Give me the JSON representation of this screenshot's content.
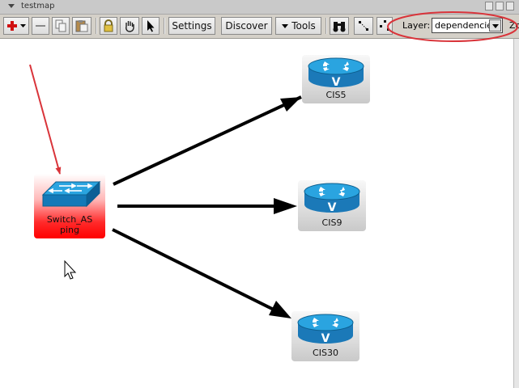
{
  "window": {
    "title": "testmap"
  },
  "toolbar": {
    "settings_label": "Settings",
    "discover_label": "Discover",
    "tools_label": "Tools",
    "layer_label": "Layer:",
    "layer_value": "dependencies",
    "zoom_label": "Zo"
  },
  "icons": {
    "add": "plus-dropdown-icon",
    "remove": "minus-icon",
    "copy": "copy-icon",
    "paste": "paste-icon",
    "lock": "lock-icon",
    "hand": "hand-pan-icon",
    "pointer": "select-pointer-icon",
    "find": "binoculars-icon",
    "link": "link-tool-icon",
    "layout": "layout-tool-icon"
  },
  "map": {
    "nodes": [
      {
        "id": "switch",
        "line1": "Switch_AS",
        "line2": "ping",
        "type": "switch",
        "status_color": "#ff0000"
      },
      {
        "id": "cis5",
        "label": "CIS5",
        "type": "router"
      },
      {
        "id": "cis9",
        "label": "CIS9",
        "type": "router"
      },
      {
        "id": "cis30",
        "label": "CIS30",
        "type": "router"
      }
    ]
  },
  "colors": {
    "router_blue": "#1b8fd0",
    "annotation_red": "#d9343a",
    "toolbar_bg": "#d4d0c8"
  }
}
